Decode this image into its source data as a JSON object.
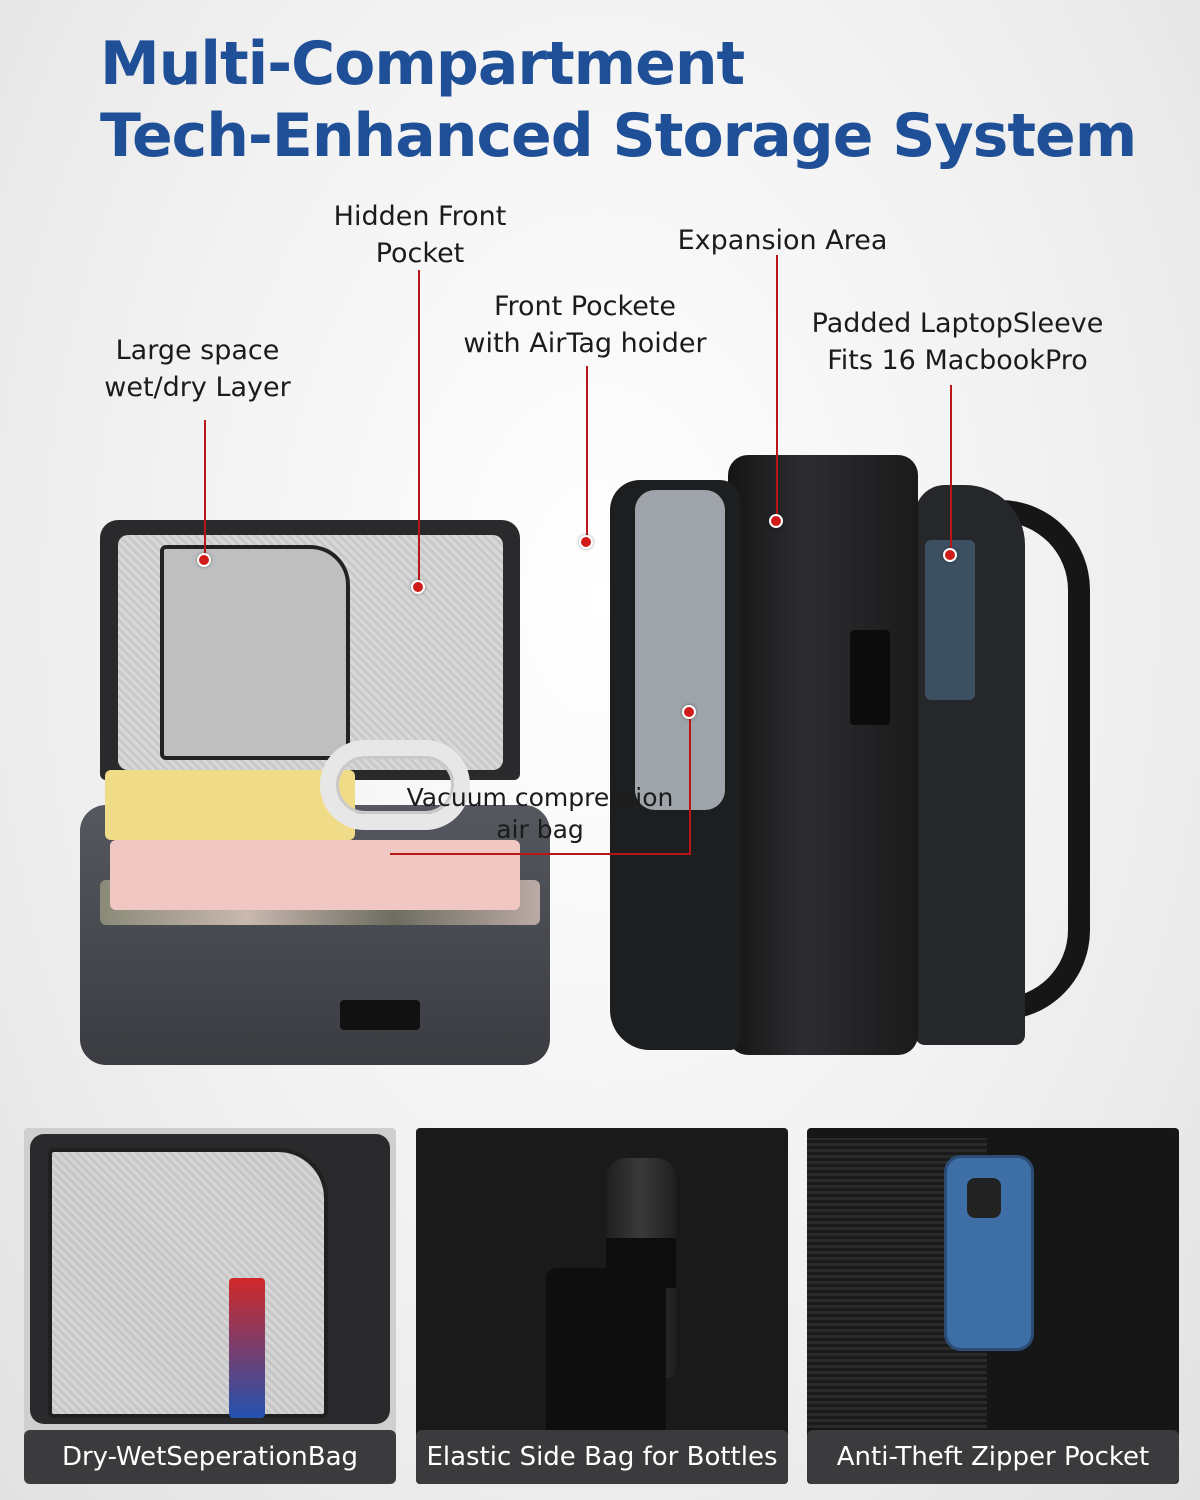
{
  "title": {
    "line1": "Multi-Compartment",
    "line2": "Tech-Enhanced Storage System"
  },
  "callouts": {
    "hidden_front_pocket": {
      "line1": "Hidden Front",
      "line2": "Pocket"
    },
    "expansion_area": {
      "line1": "Expansion Area"
    },
    "front_pocket_airtag": {
      "line1": "Front Pockete",
      "line2": "with AirTag hoider"
    },
    "large_space": {
      "line1": "Large space",
      "line2": "wet/dry Layer"
    },
    "padded_sleeve": {
      "line1": "Padded LaptopSleeve",
      "line2": "Fits 16 MacbookPro"
    },
    "vacuum_bag": {
      "line1": "Vacuum compression",
      "line2": "air bag"
    }
  },
  "panels": [
    {
      "label": "Dry-WetSeperationBag"
    },
    {
      "label": "Elastic Side Bag for Bottles"
    },
    {
      "label": "Anti-Theft Zipper Pocket"
    }
  ],
  "colors": {
    "title": "#1f4f97",
    "leader": "#b91717",
    "label_bg": "#3b3b3d"
  }
}
